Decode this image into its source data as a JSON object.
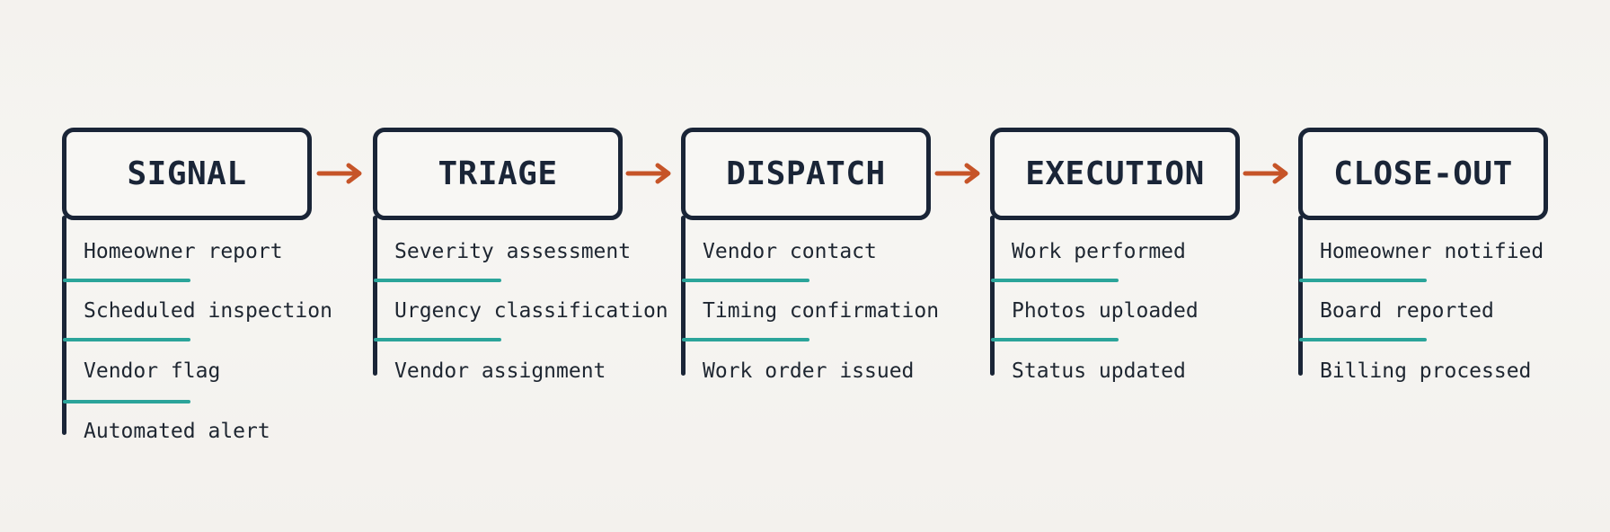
{
  "colors": {
    "background": "#f5f3f0",
    "navy": "#1a2537",
    "ink": "#1e2631",
    "teal": "#2ba49a",
    "orange": "#c65428"
  },
  "stages": [
    {
      "title": "SIGNAL",
      "items": [
        "Homeowner report",
        "Scheduled inspection",
        "Vendor flag",
        "Automated alert"
      ]
    },
    {
      "title": "TRIAGE",
      "items": [
        "Severity assessment",
        "Urgency classification",
        "Vendor assignment"
      ]
    },
    {
      "title": "DISPATCH",
      "items": [
        "Vendor contact",
        "Timing confirmation",
        "Work order issued"
      ]
    },
    {
      "title": "EXECUTION",
      "items": [
        "Work performed",
        "Photos uploaded",
        "Status updated"
      ]
    },
    {
      "title": "CLOSE-OUT",
      "items": [
        "Homeowner notified",
        "Board reported",
        "Billing processed"
      ]
    }
  ]
}
